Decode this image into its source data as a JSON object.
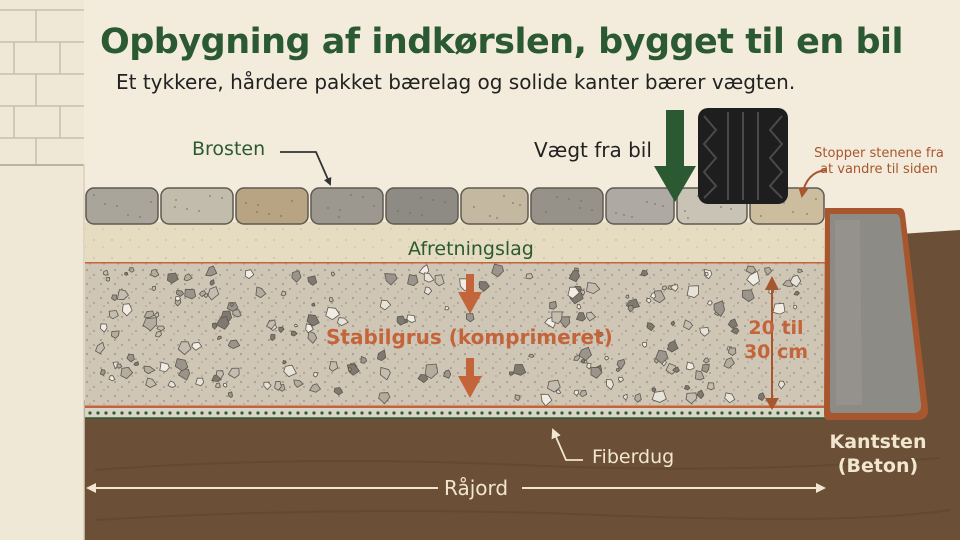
{
  "title": "Opbygning af indkørslen, bygget til en bil",
  "subtitle": "Et tykkere, hårdere pakket bærelag og solide kanter bærer vægten.",
  "labels": {
    "brosten": "Brosten",
    "load": "Vægt fra bil",
    "edge_note": "Stopper stenene fra at vandre til siden",
    "bedding": "Afretningslag",
    "base": "Stabilgrus (komprimeret)",
    "depth": "20 til 30 cm",
    "fabric": "Fiberdug",
    "curb": "Kantsten (Beton)",
    "subgrade": "Råjord"
  },
  "colors": {
    "title_green": "#2b5a32",
    "accent_orange": "#c4643a",
    "soil": "#6b4f36",
    "gravel": "#cfc6b5",
    "bedding": "#e6dcc2",
    "curb": "#8d8b85"
  }
}
